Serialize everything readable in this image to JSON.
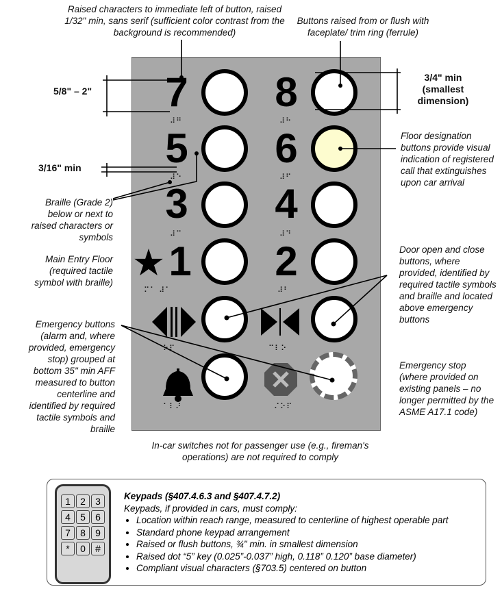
{
  "annotations": {
    "raised_chars": "Raised characters to immediate left of button, raised 1/32\" min, sans serif (sufficient color contrast from the background is recommended)",
    "buttons_raised": "Buttons raised from or flush with faceplate/ trim ring (ferrule)",
    "char_height": "5/8\" – 2\"",
    "button_size": "3/4\" min (smallest dimension)",
    "floor_designation": "Floor designation buttons provide visual indication of registered call that extinguishes upon car arrival",
    "braille_spacing": "3/16\" min",
    "braille": "Braille (Grade 2) below or next to raised characters or symbols",
    "main_entry": "Main Entry Floor (required tactile symbol with braille)",
    "door_buttons": "Door open and close buttons, where provided, identified by required tactile symbols and braille and located above emergency buttons",
    "emergency_buttons": "Emergency buttons (alarm and, where provided, emergency stop) grouped at bottom 35\" min AFF measured to button centerline and identified by required tactile symbols and braille",
    "emergency_stop": "Emergency stop (where provided on existing panels – no longer permitted by the ASME A17.1 code)",
    "in_car_switches": "In-car switches not for passenger use (e.g., fireman's operations) are not required to comply"
  },
  "panel": {
    "floors": [
      "7",
      "8",
      "5",
      "6",
      "3",
      "4",
      "1",
      "2"
    ],
    "lit_color": "#fdfccf",
    "star": "★"
  },
  "keypad": {
    "keys": [
      "1",
      "2",
      "3",
      "4",
      "5",
      "6",
      "7",
      "8",
      "9",
      "*",
      "0",
      "#"
    ],
    "title": "Keypads (§407.4.6.3 and §407.4.7.2)",
    "intro": "Keypads, if provided in cars, must comply:",
    "bullets": [
      "Location within reach range, measured to centerline of highest operable part",
      "Standard phone keypad arrangement",
      "Raised or flush buttons, ¾\" min. in smallest dimension",
      "Raised dot “5” key (0.025”-0.037” high, 0.118”  0.120” base diameter)",
      "Compliant visual characters (§703.5) centered on button"
    ]
  }
}
